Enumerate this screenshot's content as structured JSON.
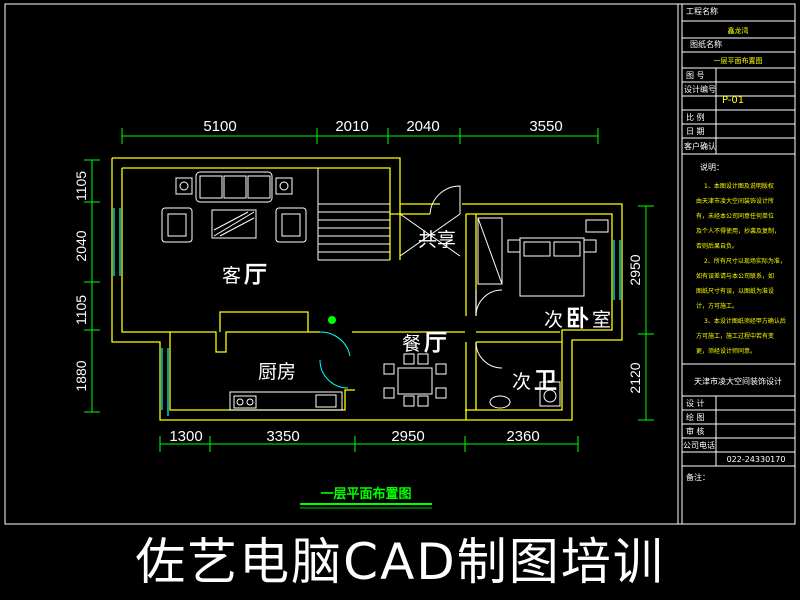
{
  "plan": {
    "title": "一层平面布置图",
    "dims_top": [
      "5100",
      "2010",
      "2040",
      "3550"
    ],
    "dims_bottom": [
      "1300",
      "3350",
      "2950",
      "2360"
    ],
    "dims_left": [
      "1105",
      "2040",
      "1105",
      "1880"
    ],
    "dims_right": [
      "2950",
      "2120"
    ],
    "rooms": {
      "living_a": "客",
      "living_b": "厅",
      "shared": "共享",
      "bedroom_a": "次",
      "bedroom_b": "卧",
      "bedroom_c": "室",
      "kitchen": "厨房",
      "dining_a": "餐",
      "dining_b": "厅",
      "bath_a": "次",
      "bath_b": "卫"
    }
  },
  "title_block": {
    "project_name_label": "工程名称",
    "project_name": "鑫龙湾",
    "drawing_name_label": "图纸名称",
    "drawing_name": "一层平面布置图",
    "drawing_no_label": "图 号",
    "design_no_label": "设计编号",
    "design_no": "P-01",
    "scale_label": "比 例",
    "date_label": "日 期",
    "client_sign_label": "客户确认",
    "notes_label": "说明：",
    "notes": [
      "1、本图设计图及说明版权",
      "由天津市凌大空间装饰设计所",
      "有，未经本公司同意任何单位",
      "及个人不得使用，抄袭及复制，",
      "否则后果自负。",
      "2、所有尺寸以现场实际为准，",
      "如有误差请与本公司联系，如",
      "图纸尺寸有误，以图纸为准设",
      "计，方可施工。",
      "3、本设计图纸须经甲方确认后",
      "方可施工，施工过程中若有变",
      "更，须经设计师同意。"
    ],
    "company": "天津市凌大空间装饰设计",
    "design_label": "设 计",
    "drawn_label": "绘 图",
    "review_label": "审 核",
    "phone_label": "公司电话",
    "phone": "022-24330170",
    "remark_label": "备注："
  },
  "banner": "佐艺电脑CAD制图培训",
  "colors": {
    "wall": "#ffff00",
    "dim": "#00ff00",
    "window": "#00ffff",
    "frame": "#ffffff"
  }
}
